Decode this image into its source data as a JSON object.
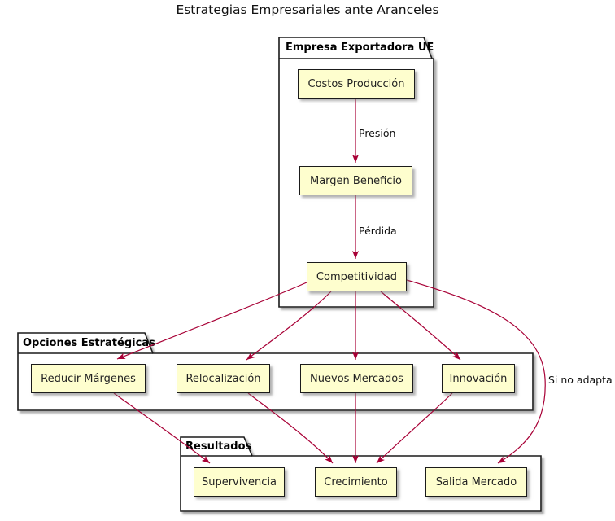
{
  "title": "Estrategias Empresariales ante Aranceles",
  "colors": {
    "node_fill": "#FEFECE",
    "node_border": "#1b1b1b",
    "arrow": "#A80036",
    "package_border": "#1a1a1a",
    "background": "#ffffff"
  },
  "packages": [
    {
      "id": "empresa",
      "name": "Empresa Exportadora UE"
    },
    {
      "id": "opciones",
      "name": "Opciones Estratégicas"
    },
    {
      "id": "resultados",
      "name": "Resultados"
    }
  ],
  "nodes": [
    {
      "id": "costos",
      "package": "empresa",
      "label": "Costos Producción"
    },
    {
      "id": "margen",
      "package": "empresa",
      "label": "Margen Beneficio"
    },
    {
      "id": "competitividad",
      "package": "empresa",
      "label": "Competitividad"
    },
    {
      "id": "reducir",
      "package": "opciones",
      "label": "Reducir Márgenes"
    },
    {
      "id": "relocalizacion",
      "package": "opciones",
      "label": "Relocalización"
    },
    {
      "id": "nuevos",
      "package": "opciones",
      "label": "Nuevos Mercados"
    },
    {
      "id": "innovacion",
      "package": "opciones",
      "label": "Innovación"
    },
    {
      "id": "supervivencia",
      "package": "resultados",
      "label": "Supervivencia"
    },
    {
      "id": "crecimiento",
      "package": "resultados",
      "label": "Crecimiento"
    },
    {
      "id": "salida",
      "package": "resultados",
      "label": "Salida Mercado"
    }
  ],
  "edges": [
    {
      "from": "costos",
      "to": "margen",
      "label": "Presión"
    },
    {
      "from": "margen",
      "to": "competitividad",
      "label": "Pérdida"
    },
    {
      "from": "competitividad",
      "to": "reducir"
    },
    {
      "from": "competitividad",
      "to": "relocalizacion"
    },
    {
      "from": "competitividad",
      "to": "nuevos"
    },
    {
      "from": "competitividad",
      "to": "innovacion"
    },
    {
      "from": "competitividad",
      "to": "salida",
      "label": "Si no adapta"
    },
    {
      "from": "reducir",
      "to": "supervivencia"
    },
    {
      "from": "relocalizacion",
      "to": "crecimiento"
    },
    {
      "from": "nuevos",
      "to": "crecimiento"
    },
    {
      "from": "innovacion",
      "to": "crecimiento"
    }
  ]
}
